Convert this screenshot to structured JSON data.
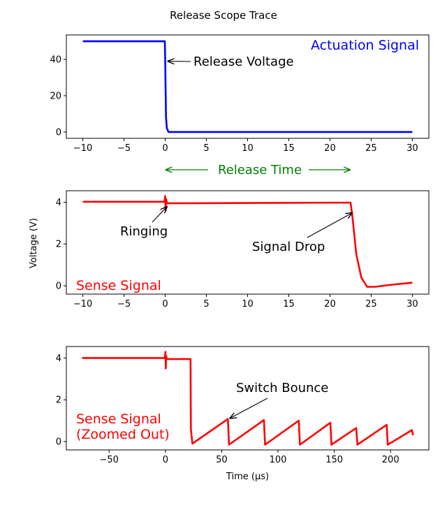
{
  "title": "Release Scope Trace",
  "chart_data": [
    {
      "type": "line",
      "annotation_text": "Actuation Signal",
      "color": "#0000ff",
      "xlim": [
        -12,
        32
      ],
      "ylim": [
        -3.5,
        53.5
      ],
      "xticks": [
        -10,
        -5,
        0,
        5,
        10,
        15,
        20,
        25,
        30
      ],
      "yticks": [
        0,
        20,
        40
      ],
      "series": [
        {
          "x": [
            -10,
            -0.05,
            0,
            0.1,
            0.2,
            0.4,
            30
          ],
          "y": [
            50,
            50,
            40,
            8,
            2,
            0,
            0
          ]
        }
      ],
      "annotations": [
        {
          "text": "Release Voltage",
          "arrow_to": [
            0,
            39
          ]
        }
      ]
    },
    {
      "type": "line",
      "annotation_text": "Sense Signal",
      "ylabel": "Voltage (V)",
      "color": "#ff0000",
      "xlim": [
        -12,
        32
      ],
      "ylim": [
        -0.4,
        4.55
      ],
      "xticks": [
        -10,
        -5,
        0,
        5,
        10,
        15,
        20,
        25,
        30
      ],
      "yticks": [
        0,
        2,
        4
      ],
      "series": [
        {
          "x": [
            -10,
            -0.1,
            0,
            0.05,
            0.12,
            0.2,
            0.3,
            3,
            22.5,
            22.7,
            23.2,
            23.8,
            24.5,
            25.5,
            27.5,
            30
          ],
          "y": [
            4.02,
            4.02,
            4.3,
            3.6,
            4.15,
            3.95,
            3.95,
            3.95,
            3.98,
            3.4,
            1.5,
            0.4,
            -0.05,
            -0.05,
            0.05,
            0.15
          ]
        }
      ],
      "annotations": [
        {
          "text": "Ringing",
          "arrow_to": [
            0,
            3.8
          ]
        },
        {
          "text": "Signal Drop",
          "arrow_to": [
            22.5,
            3.5
          ]
        }
      ]
    },
    {
      "type": "line",
      "annotation_text": "Sense Signal (Zoomed Out)",
      "xlabel": "Time (μs)",
      "color": "#ff0000",
      "xlim": [
        -88,
        234
      ],
      "ylim": [
        -0.4,
        4.55
      ],
      "xticks": [
        -50,
        0,
        50,
        100,
        150,
        200
      ],
      "yticks": [
        0,
        2,
        4
      ],
      "series": [
        {
          "x": [
            -74,
            -0.5,
            0,
            0.3,
            0.7,
            1.2,
            22.3,
            22.6,
            24,
            55.5,
            56.5,
            87.5,
            88.5,
            118.5,
            119.5,
            146.5,
            147.5,
            169.5,
            170.5,
            196.5,
            197.5,
            219,
            220
          ],
          "y": [
            4.0,
            4.0,
            4.3,
            3.5,
            4.1,
            3.95,
            3.95,
            0.6,
            -0.1,
            1.08,
            -0.15,
            1.03,
            -0.15,
            1.0,
            -0.15,
            0.9,
            -0.15,
            0.65,
            -0.15,
            0.8,
            -0.15,
            0.55,
            0.3
          ]
        }
      ],
      "annotations": [
        {
          "text": "Switch Bounce",
          "arrow_to": [
            55,
            1.1
          ]
        }
      ]
    }
  ],
  "between_annotation": {
    "text": "Release Time",
    "color": "#008000",
    "from_x": 0,
    "to_x": 22.5
  }
}
